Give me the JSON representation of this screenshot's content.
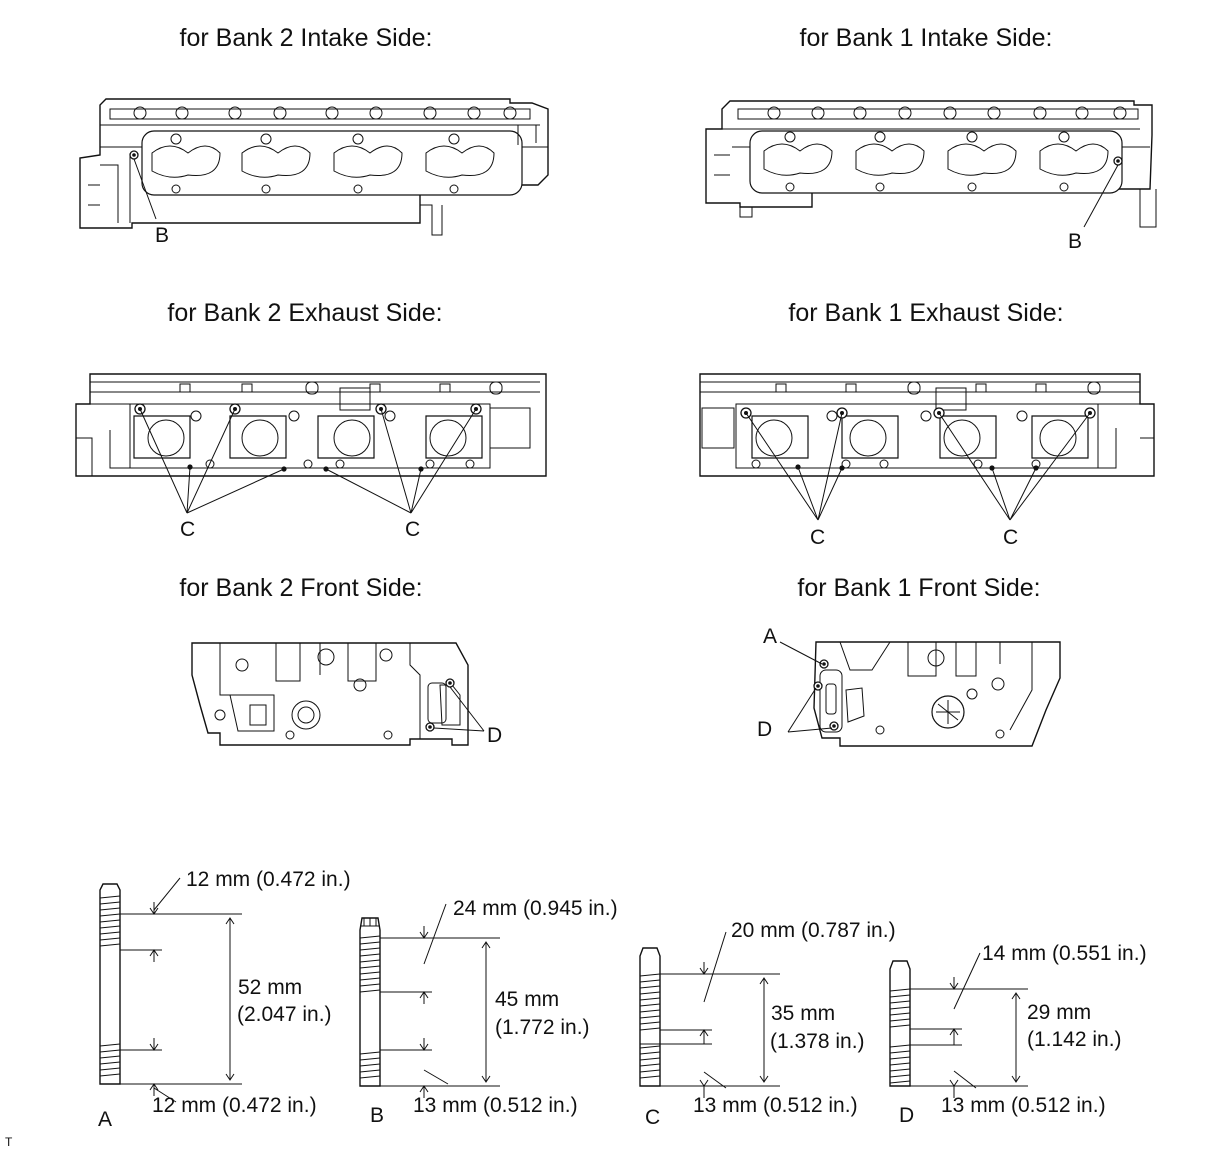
{
  "headings": {
    "bank2_intake": "for Bank 2 Intake Side:",
    "bank1_intake": "for Bank 1 Intake Side:",
    "bank2_exhaust": "for Bank 2 Exhaust Side:",
    "bank1_exhaust": "for Bank 1 Exhaust Side:",
    "bank2_front": "for Bank 2 Front Side:",
    "bank1_front": "for Bank 1 Front Side:"
  },
  "callouts": {
    "b2_intake": "B",
    "b1_intake": "B",
    "b2_exhaust_left": "C",
    "b2_exhaust_right": "C",
    "b1_exhaust_left": "C",
    "b1_exhaust_right": "C",
    "b2_front_d": "D",
    "b1_front_a": "A",
    "b1_front_d": "D"
  },
  "studs": [
    {
      "letter": "A",
      "thread_top": "12 mm (0.472 in.)",
      "overall_mm": "52 mm",
      "overall_in": "(2.047 in.)",
      "thread_bottom": "12 mm (0.472 in.)"
    },
    {
      "letter": "B",
      "thread_top": "24 mm (0.945 in.)",
      "overall_mm": "45 mm",
      "overall_in": "(1.772 in.)",
      "thread_bottom": "13 mm (0.512 in.)"
    },
    {
      "letter": "C",
      "thread_top": "20 mm (0.787 in.)",
      "overall_mm": "35 mm",
      "overall_in": "(1.378 in.)",
      "thread_bottom": "13 mm (0.512 in.)"
    },
    {
      "letter": "D",
      "thread_top": "14 mm (0.551 in.)",
      "overall_mm": "29 mm",
      "overall_in": "(1.142 in.)",
      "thread_bottom": "13 mm (0.512 in.)"
    }
  ],
  "corner_mark": "T"
}
